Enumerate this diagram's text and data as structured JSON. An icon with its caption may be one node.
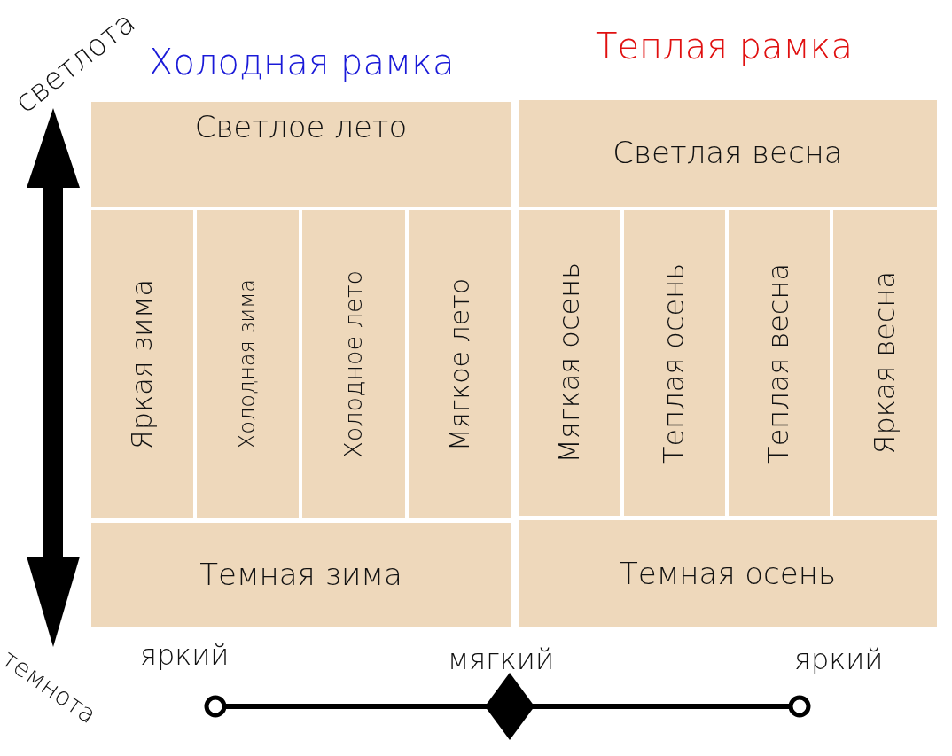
{
  "diagram": {
    "nodes": [
      {
        "text": [
          "Светлое лето"
        ]
      },
      {
        "text": [
          "Светлая весна"
        ]
      },
      {
        "text": [
          "Яркая зима"
        ]
      },
      {
        "text": [
          "Холодная зима"
        ]
      },
      {
        "text": [
          "Холодное лето"
        ]
      },
      {
        "text": [
          "Мягкое лето"
        ]
      },
      {
        "text": [
          "Мягкая осень"
        ]
      },
      {
        "text": [
          "Теплая осень"
        ]
      },
      {
        "text": [
          "Теплая весна"
        ]
      },
      {
        "text": [
          "Яркая весна"
        ]
      },
      {
        "text": [
          "Темная зима"
        ]
      },
      {
        "text": [
          "Темная осень"
        ]
      }
    ],
    "labels": [
      "светлота",
      "Холодная рамка",
      "Теплая рамка",
      "темнота",
      "яркий",
      "мягкий",
      "яркий"
    ]
  }
}
